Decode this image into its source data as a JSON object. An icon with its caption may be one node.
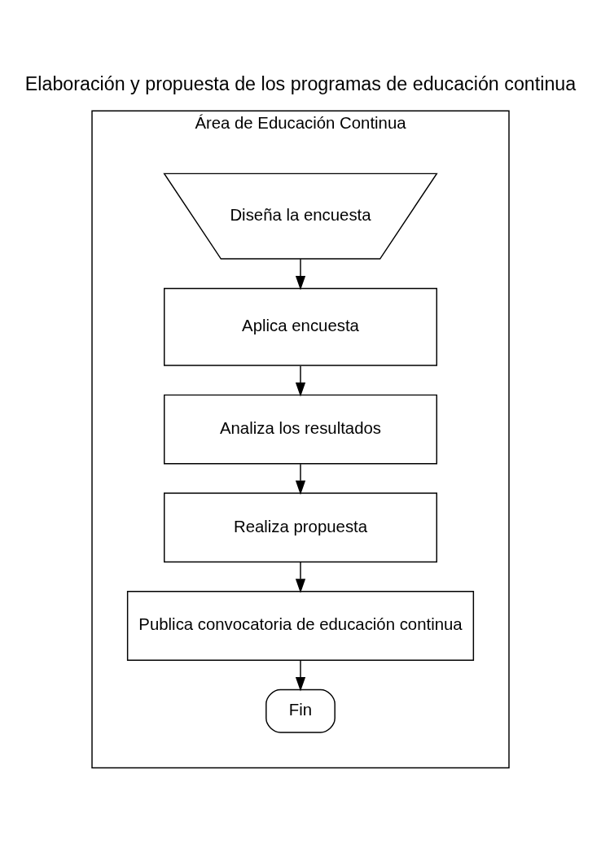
{
  "diagram": {
    "title": "Elaboración y propuesta de los programas de educación continua",
    "nodes": [
      {
        "text": [
          "Área de Educación Continua"
        ]
      },
      {
        "text": [
          "Diseña la encuesta"
        ],
        "in": 0
      },
      {
        "text": [
          "Aplica encuesta"
        ],
        "in": 0
      },
      {
        "text": [
          "Analiza los resultados"
        ],
        "in": 0
      },
      {
        "text": [
          "Realiza propuesta"
        ],
        "in": 0
      },
      {
        "text": [
          "Publica convocatoria de educación continua"
        ],
        "in": 0
      },
      {
        "text": [
          "Fin"
        ],
        "in": 0
      }
    ],
    "edges": [
      {
        "from": 1,
        "to": 2,
        "arrow": "to"
      },
      {
        "from": 2,
        "to": 3,
        "arrow": "to"
      },
      {
        "from": 3,
        "to": 4,
        "arrow": "to"
      },
      {
        "from": 4,
        "to": 5,
        "arrow": "to"
      },
      {
        "from": 5,
        "to": 6,
        "arrow": "to"
      }
    ]
  }
}
